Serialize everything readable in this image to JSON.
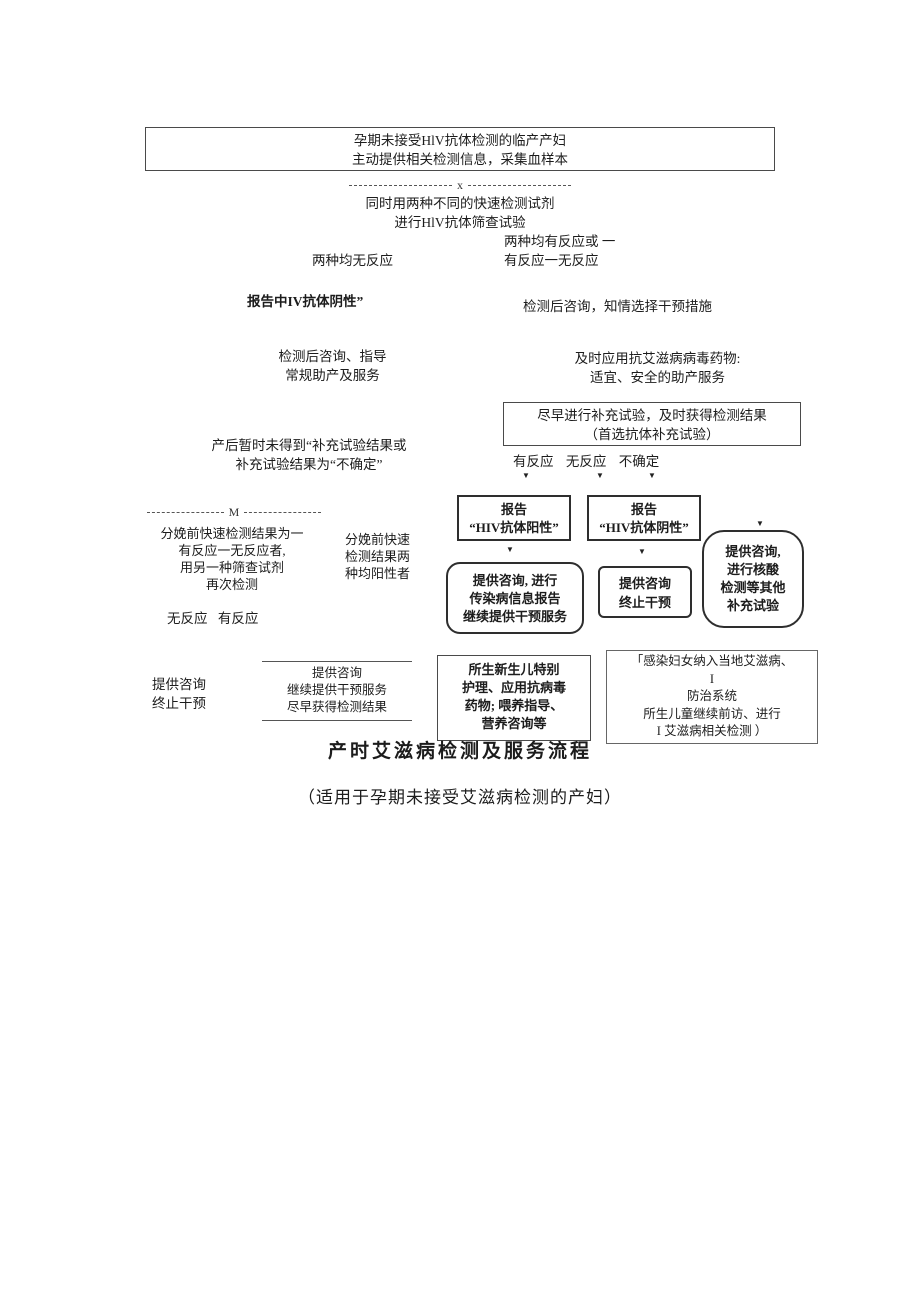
{
  "page": {
    "title": "产时艾滋病检测及服务流程",
    "subtitle": "（适用于孕期未接受艾滋病检测的产妇）"
  },
  "connectors": {
    "x_label": "x",
    "m_label": "M",
    "arrow": "▼"
  },
  "nodes": {
    "start": {
      "lines": [
        "孕期未接受HlV抗体检测的临产产妇",
        "主动提供相关检测信息，采集血样本"
      ]
    },
    "screening": {
      "lines": [
        "同时用两种不同的快速检测试剂",
        "进行HlV抗体筛查试验"
      ]
    },
    "both_nonreactive": {
      "lines": [
        "两种均无反应"
      ]
    },
    "both_reactive": {
      "lines": [
        "两种均有反应或 一",
        "有反应一无反应"
      ]
    },
    "report_negative_text": {
      "lines": [
        "报告中IV抗体阴性”"
      ]
    },
    "post_test_counsel": {
      "lines": [
        "检测后咨询，知情选择干预措施"
      ]
    },
    "routine_service": {
      "lines": [
        "检测后咨询、指导",
        "常规助产及服务"
      ]
    },
    "arv_service": {
      "lines": [
        "及时应用抗艾滋病病毒药物:",
        "适宜、安全的助产服务"
      ]
    },
    "supplement_test": {
      "lines": [
        "尽早进行补充试验，及时获得检测结果",
        "（首选抗体补充试验）"
      ]
    },
    "postpartum_pending": {
      "lines": [
        "产后暂时未得到“补充试验结果或",
        "补充试验结果为“不确定”"
      ]
    },
    "supplement_results": {
      "lines": [
        "有反应 无反应 不确定"
      ]
    },
    "retest": {
      "lines": [
        "分娩前快速检测结果为一",
        "有反应一无反应者,",
        "用另一种筛查试剂",
        "再次检测"
      ]
    },
    "both_positive": {
      "lines": [
        "分娩前快速",
        "检测结果两",
        "种均阳性者"
      ]
    },
    "report_positive_box": {
      "lines": [
        "报告",
        "“HIV抗体阳性”"
      ]
    },
    "report_negative_box": {
      "lines": [
        "报告",
        "“HIV抗体阴性”"
      ]
    },
    "nat_test": {
      "lines": [
        "提供咨询,",
        "进行核酸",
        "检测等其他",
        "补充试验"
      ]
    },
    "retest_results": {
      "lines": [
        "无反应 有反应"
      ]
    },
    "infectious_report": {
      "lines": [
        "提供咨询, 进行",
        "传染病信息报告",
        "继续提供干预服务"
      ]
    },
    "stop_intervention_box": {
      "lines": [
        "提供咨询",
        "终止干预"
      ]
    },
    "stop_intervention_text": {
      "lines": [
        "提供咨询",
        "终止干预"
      ]
    },
    "continue_service": {
      "lines": [
        "提供咨询",
        "继续提供干预服务",
        "尽早获得检测结果"
      ]
    },
    "newborn_care": {
      "lines": [
        "所生新生儿特别",
        "护理、应用抗病毒",
        "药物; 喂养指导、",
        "营养咨询等"
      ]
    },
    "follow_up": {
      "lines": [
        "「感染妇女纳入当地艾滋病、",
        "I",
        "防治系统",
        "所生儿童继续前访、进行",
        "I 艾滋病相关检测 ）"
      ]
    }
  }
}
